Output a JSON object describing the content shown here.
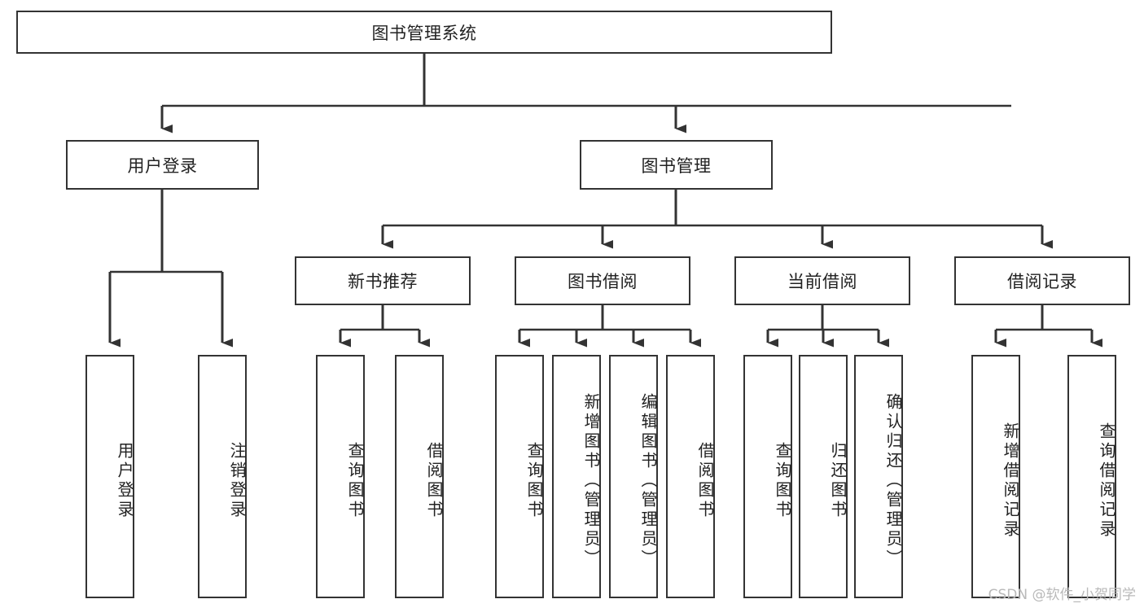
{
  "diagram": {
    "title_node": {
      "label": "图书管理系统"
    },
    "level2": [
      {
        "id": "user-login",
        "label": "用户登录"
      },
      {
        "id": "book-manage",
        "label": "图书管理"
      }
    ],
    "level3": [
      {
        "id": "new-book-recommend",
        "label": "新书推荐"
      },
      {
        "id": "book-borrow",
        "label": "图书借阅"
      },
      {
        "id": "current-borrow",
        "label": "当前借阅"
      },
      {
        "id": "borrow-record",
        "label": "借阅记录"
      }
    ],
    "leaves": [
      {
        "id": "leaf-user-login",
        "label": "用户登录"
      },
      {
        "id": "leaf-logout-login",
        "label": "注销登录"
      },
      {
        "id": "leaf-query-book-1",
        "label": "查询图书"
      },
      {
        "id": "leaf-borrow-book-1",
        "label": "借阅图书"
      },
      {
        "id": "leaf-query-book-2",
        "label": "查询图书"
      },
      {
        "id": "leaf-add-book",
        "label": "新增图书（管理员）"
      },
      {
        "id": "leaf-edit-book",
        "label": "编辑图书（管理员）"
      },
      {
        "id": "leaf-borrow-book-2",
        "label": "借阅图书"
      },
      {
        "id": "leaf-query-book-3",
        "label": "查询图书"
      },
      {
        "id": "leaf-return-book",
        "label": "归还图书"
      },
      {
        "id": "leaf-confirm-return",
        "label": "确认归还（管理员）"
      },
      {
        "id": "leaf-add-record",
        "label": "新增借阅记录"
      },
      {
        "id": "leaf-query-record",
        "label": "查询借阅记录"
      }
    ],
    "watermark": "CSDN @软件_小贺同学",
    "colors": {
      "stroke": "#333333",
      "fill": "#ffffff",
      "text": "#222222",
      "watermark": "#b9b9b9"
    }
  }
}
